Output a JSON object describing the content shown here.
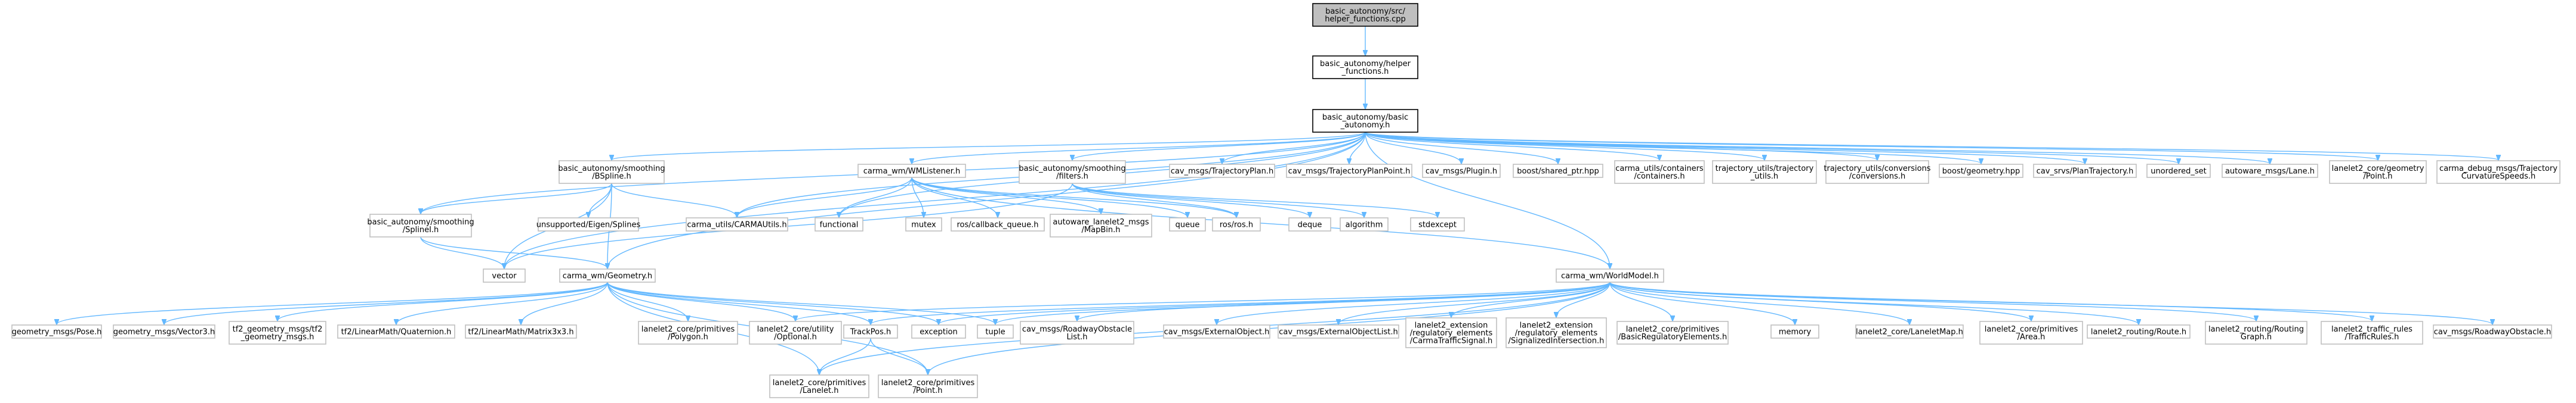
{
  "graph": {
    "nodes": [
      {
        "id": "root",
        "lines": [
          "basic_autonomy/src/",
          "helper_functions.cpp"
        ]
      },
      {
        "id": "hf",
        "lines": [
          "basic_autonomy/helper",
          "_functions.h"
        ]
      },
      {
        "id": "ba",
        "lines": [
          "basic_autonomy/basic",
          "_autonomy.h"
        ]
      },
      {
        "id": "bs",
        "lines": [
          "basic_autonomy/smoothing",
          "/BSpline.h"
        ]
      },
      {
        "id": "wml",
        "lines": [
          "carma_wm/WMListener.h"
        ]
      },
      {
        "id": "filters",
        "lines": [
          "basic_autonomy/smoothing",
          "/filters.h"
        ]
      },
      {
        "id": "tplan",
        "lines": [
          "cav_msgs/TrajectoryPlan.h"
        ]
      },
      {
        "id": "tpp",
        "lines": [
          "cav_msgs/TrajectoryPlanPoint.h"
        ]
      },
      {
        "id": "plugin",
        "lines": [
          "cav_msgs/Plugin.h"
        ]
      },
      {
        "id": "shptr",
        "lines": [
          "boost/shared_ptr.hpp"
        ]
      },
      {
        "id": "cucont",
        "lines": [
          "carma_utils/containers",
          "/containers.h"
        ]
      },
      {
        "id": "tutraj",
        "lines": [
          "trajectory_utils/trajectory",
          "_utils.h"
        ]
      },
      {
        "id": "tuconv",
        "lines": [
          "trajectory_utils/conversions",
          "/conversions.h"
        ]
      },
      {
        "id": "bgeom",
        "lines": [
          "boost/geometry.hpp"
        ]
      },
      {
        "id": "pltraj",
        "lines": [
          "cav_srvs/PlanTrajectory.h"
        ]
      },
      {
        "id": "uset",
        "lines": [
          "unordered_set"
        ]
      },
      {
        "id": "lane",
        "lines": [
          "autoware_msgs/Lane.h"
        ]
      },
      {
        "id": "llpoint",
        "lines": [
          "lanelet2_core/geometry",
          "/Point.h"
        ]
      },
      {
        "id": "dbg",
        "lines": [
          "carma_debug_msgs/Trajectory",
          "CurvatureSpeeds.h"
        ]
      },
      {
        "id": "spline",
        "lines": [
          "basic_autonomy/smoothing",
          "/SplineI.h"
        ]
      },
      {
        "id": "eigen",
        "lines": [
          "unsupported/Eigen/Splines"
        ]
      },
      {
        "id": "cuutil",
        "lines": [
          "carma_utils/CARMAUtils.h"
        ]
      },
      {
        "id": "functional",
        "lines": [
          "functional"
        ]
      },
      {
        "id": "mutex",
        "lines": [
          "mutex"
        ]
      },
      {
        "id": "rcq",
        "lines": [
          "ros/callback_queue.h"
        ]
      },
      {
        "id": "mapbin",
        "lines": [
          "autoware_lanelet2_msgs",
          "/MapBin.h"
        ]
      },
      {
        "id": "queue",
        "lines": [
          "queue"
        ]
      },
      {
        "id": "rosh",
        "lines": [
          "ros/ros.h"
        ]
      },
      {
        "id": "deque",
        "lines": [
          "deque"
        ]
      },
      {
        "id": "algorithm",
        "lines": [
          "algorithm"
        ]
      },
      {
        "id": "stdexcept",
        "lines": [
          "stdexcept"
        ]
      },
      {
        "id": "vector",
        "lines": [
          "vector"
        ]
      },
      {
        "id": "geom",
        "lines": [
          "carma_wm/Geometry.h"
        ]
      },
      {
        "id": "wm",
        "lines": [
          "carma_wm/WorldModel.h"
        ]
      },
      {
        "id": "pose",
        "lines": [
          "geometry_msgs/Pose.h"
        ]
      },
      {
        "id": "vec3",
        "lines": [
          "geometry_msgs/Vector3.h"
        ]
      },
      {
        "id": "tf2",
        "lines": [
          "tf2_geometry_msgs/tf2",
          "_geometry_msgs.h"
        ]
      },
      {
        "id": "quat",
        "lines": [
          "tf2/LinearMath/Quaternion.h"
        ]
      },
      {
        "id": "m33",
        "lines": [
          "tf2/LinearMath/Matrix3x3.h"
        ]
      },
      {
        "id": "poly",
        "lines": [
          "lanelet2_core/primitives",
          "/Polygon.h"
        ]
      },
      {
        "id": "opt",
        "lines": [
          "lanelet2_core/utility",
          "/Optional.h"
        ]
      },
      {
        "id": "trackpos",
        "lines": [
          "TrackPos.h"
        ]
      },
      {
        "id": "exception",
        "lines": [
          "exception"
        ]
      },
      {
        "id": "tuple",
        "lines": [
          "tuple"
        ]
      },
      {
        "id": "rol",
        "lines": [
          "cav_msgs/RoadwayObstacle",
          "List.h"
        ]
      },
      {
        "id": "extobj",
        "lines": [
          "cav_msgs/ExternalObject.h"
        ]
      },
      {
        "id": "extobjl",
        "lines": [
          "cav_msgs/ExternalObjectList.h"
        ]
      },
      {
        "id": "cts",
        "lines": [
          "lanelet2_extension",
          "/regulatory_elements",
          "/CarmaTrafficSignal.h"
        ]
      },
      {
        "id": "sig",
        "lines": [
          "lanelet2_extension",
          "/regulatory_elements",
          "/SignalizedIntersection.h"
        ]
      },
      {
        "id": "bre",
        "lines": [
          "lanelet2_core/primitives",
          "/BasicRegulatoryElements.h"
        ]
      },
      {
        "id": "memory",
        "lines": [
          "memory"
        ]
      },
      {
        "id": "llmap",
        "lines": [
          "lanelet2_core/LaneletMap.h"
        ]
      },
      {
        "id": "area",
        "lines": [
          "lanelet2_core/primitives",
          "/Area.h"
        ]
      },
      {
        "id": "route",
        "lines": [
          "lanelet2_routing/Route.h"
        ]
      },
      {
        "id": "rgraph",
        "lines": [
          "lanelet2_routing/Routing",
          "Graph.h"
        ]
      },
      {
        "id": "trules",
        "lines": [
          "lanelet2_traffic_rules",
          "/TrafficRules.h"
        ]
      },
      {
        "id": "robs",
        "lines": [
          "cav_msgs/RoadwayObstacle.h"
        ]
      },
      {
        "id": "lanelet",
        "lines": [
          "lanelet2_core/primitives",
          "/Lanelet.h"
        ]
      },
      {
        "id": "ppoint",
        "lines": [
          "lanelet2_core/primitives",
          "/Point.h"
        ]
      }
    ]
  }
}
